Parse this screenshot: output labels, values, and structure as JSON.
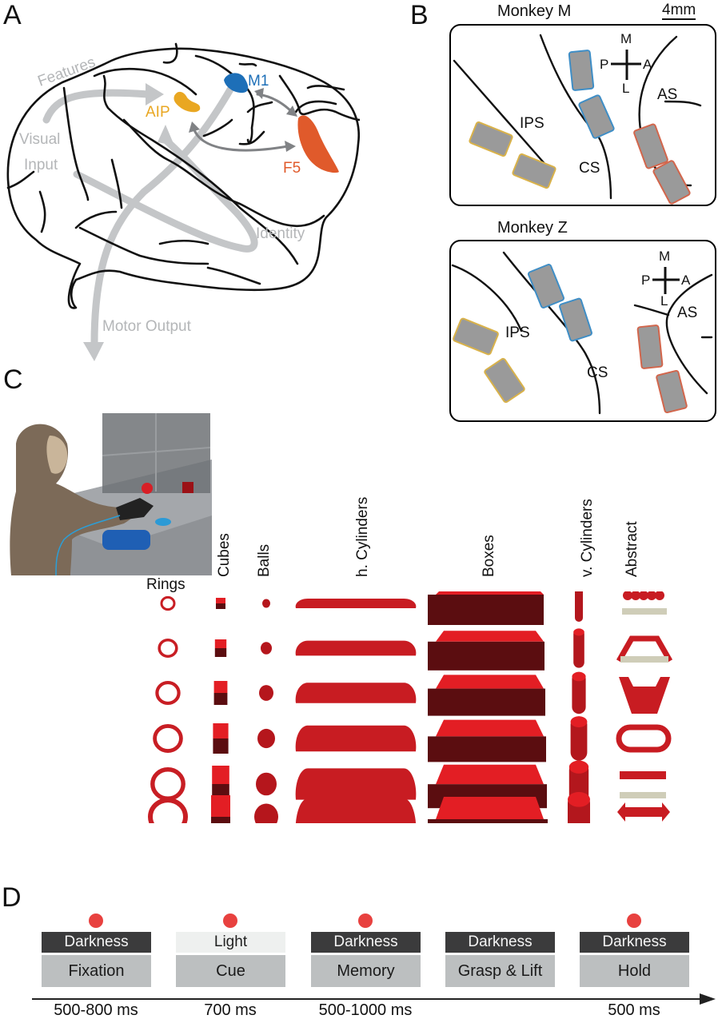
{
  "panels": {
    "a": {
      "letter": "A",
      "pathway_labels": {
        "features": "Features",
        "visual_input_line1": "Visual",
        "visual_input_line2": "Input",
        "identity": "Identity",
        "motor_output": "Motor Output"
      },
      "areas": [
        {
          "name": "AIP",
          "color": "#e9a722"
        },
        {
          "name": "M1",
          "color": "#1d6fb8"
        },
        {
          "name": "F5",
          "color": "#e05a2b"
        }
      ],
      "pathway_color": "#c4c6c8",
      "connection_color": "#808285"
    },
    "b": {
      "letter": "B",
      "scale_bar": "4mm",
      "monkeys": [
        {
          "title": "Monkey M",
          "sulci": [
            "IPS",
            "CS",
            "AS"
          ],
          "compass": {
            "top": "M",
            "left": "P",
            "right": "A",
            "bottom": "L"
          }
        },
        {
          "title": "Monkey Z",
          "sulci": [
            "IPS",
            "CS",
            "AS"
          ],
          "compass": {
            "top": "M",
            "left": "P",
            "right": "A",
            "bottom": "L"
          }
        }
      ],
      "array_colors": {
        "AIP": "#d9b24a",
        "M1": "#3f8ec6",
        "F5": "#d2664c"
      }
    },
    "c": {
      "letter": "C",
      "object_turntable_colors": {
        "ball": "#d81f26",
        "cube": "#9b1116",
        "handle": "#1f5fb4"
      },
      "object_groups": [
        "Rings",
        "Cubes",
        "Balls",
        "h. Cylinders",
        "Boxes",
        "v. Cylinders",
        "Abstract"
      ],
      "sizes_per_group": 6,
      "object_color_top": "#e31e24",
      "object_color_side": "#5b0d10"
    },
    "d": {
      "letter": "D",
      "epochs": [
        {
          "condition": "Darkness",
          "phase": "Fixation",
          "duration": "500-800 ms",
          "condition_style": "dark"
        },
        {
          "condition": "Light",
          "phase": "Cue",
          "duration": "700 ms",
          "condition_style": "light"
        },
        {
          "condition": "Darkness",
          "phase": "Memory",
          "duration": "500-1000 ms",
          "condition_style": "dark"
        },
        {
          "condition": "Darkness",
          "phase": "Grasp & Lift",
          "duration": "",
          "condition_style": "dark"
        },
        {
          "condition": "Darkness",
          "phase": "Hold",
          "duration": "500 ms",
          "condition_style": "dark"
        }
      ],
      "fixation_dot_color": "#e8413f"
    }
  }
}
